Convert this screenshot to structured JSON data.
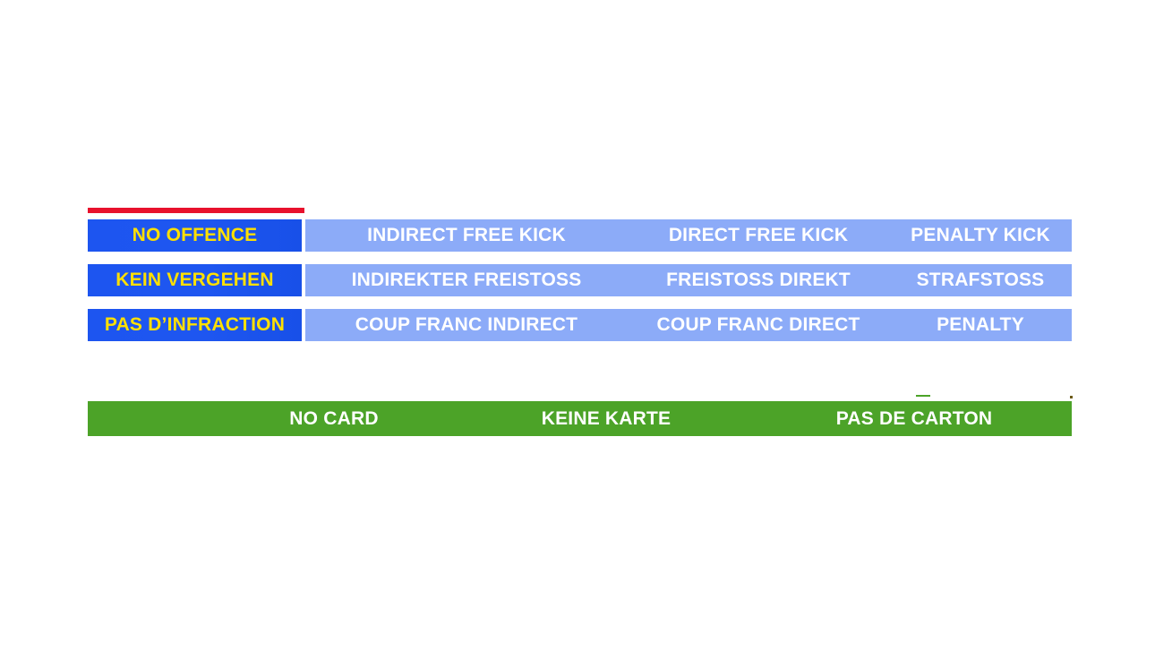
{
  "slide": {
    "accent_red": "#E8112D",
    "offence_blue": "#1D55F0",
    "restart_blue": "#8CABF8",
    "card_green": "#4CA328",
    "offence_text_color": "#FFE000",
    "restart_text_color": "#FFFFFF"
  },
  "matrix": {
    "rows": [
      {
        "language": "english",
        "offence": "NO OFFENCE",
        "restarts": [
          "INDIRECT FREE KICK",
          "DIRECT FREE KICK",
          "PENALTY KICK"
        ]
      },
      {
        "language": "german",
        "offence": "KEIN VERGEHEN",
        "restarts": [
          "INDIREKTER FREISTOSS",
          "FREISTOSS DIREKT",
          "STRAFSTOSS"
        ]
      },
      {
        "language": "french",
        "offence": "PAS D’INFRACTION",
        "restarts": [
          "COUP FRANC INDIRECT",
          "COUP FRANC DIRECT",
          "PENALTY"
        ]
      }
    ]
  },
  "card_bar": {
    "cells": [
      "NO CARD",
      "KEINE KARTE",
      "PAS DE CARTON"
    ]
  }
}
